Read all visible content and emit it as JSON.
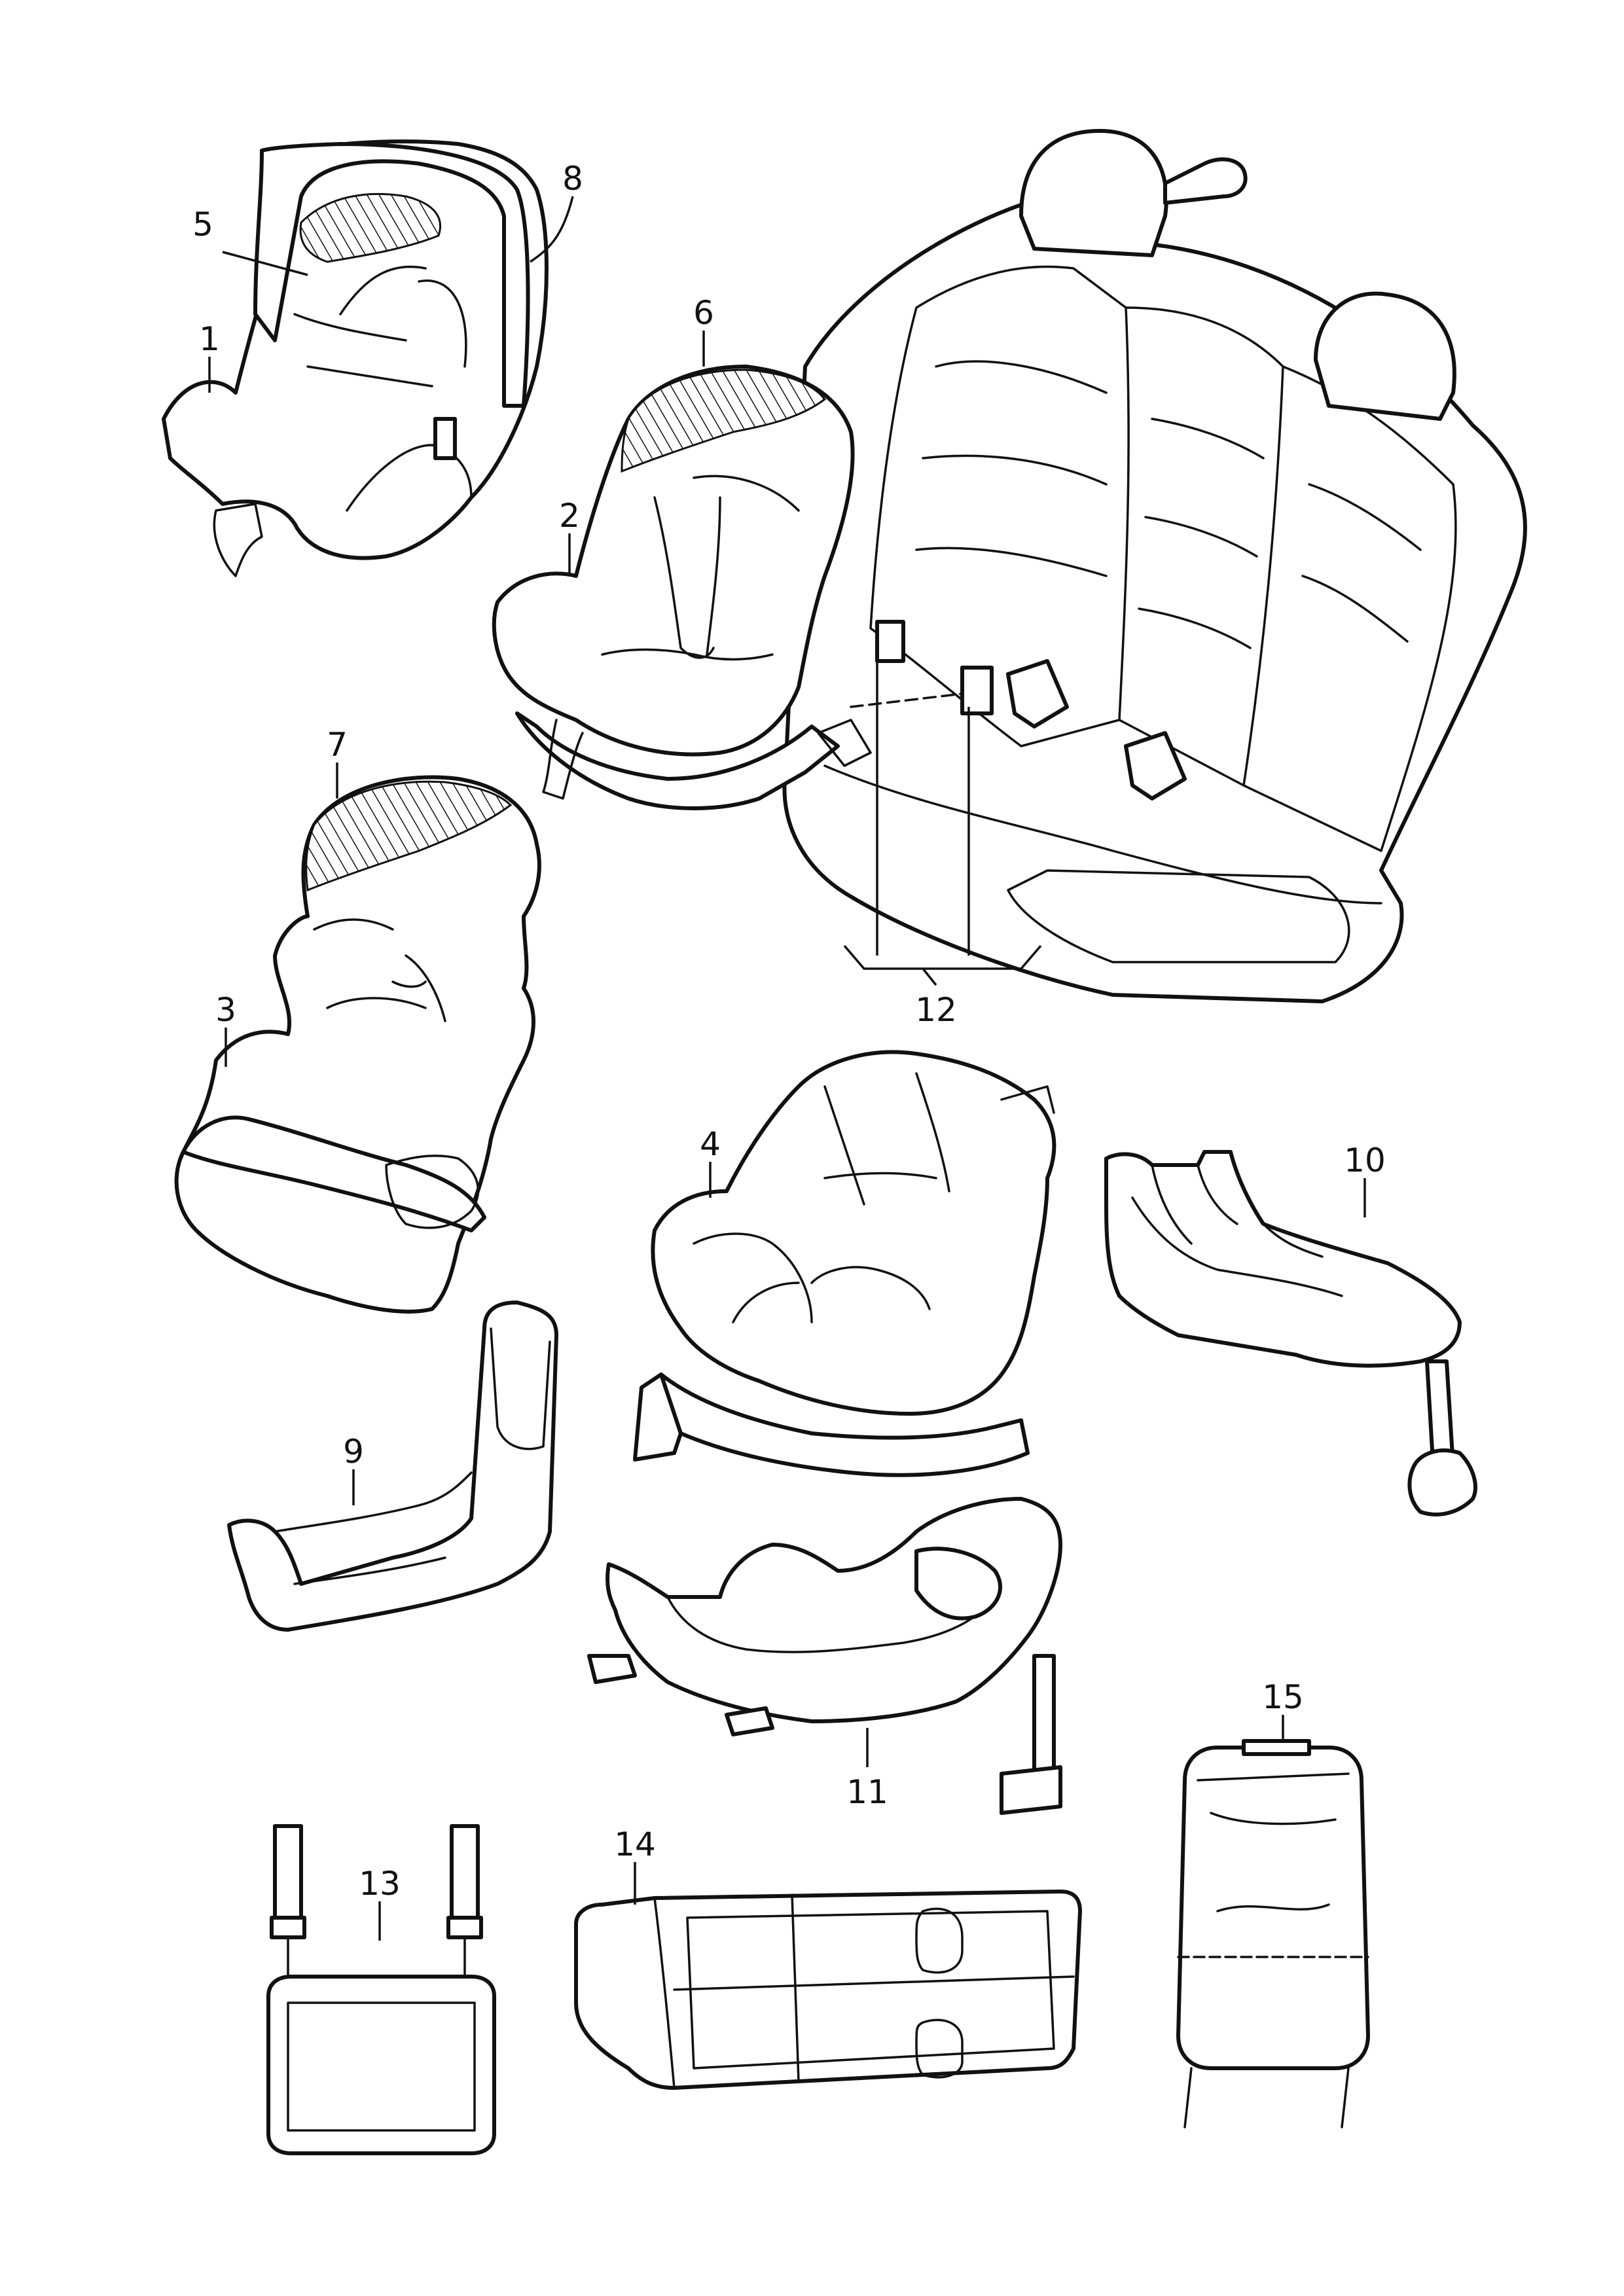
{
  "labels": {
    "l1": "1",
    "l2": "2",
    "l3": "3",
    "l4": "4",
    "l5": "5",
    "l6": "6",
    "l7": "7",
    "l8": "8",
    "l9": "9",
    "l10": "10",
    "l11": "11",
    "l12": "12",
    "l13": "13",
    "l14": "14",
    "l15": "15"
  },
  "colors": {
    "line": "#111111",
    "background": "#ffffff"
  }
}
